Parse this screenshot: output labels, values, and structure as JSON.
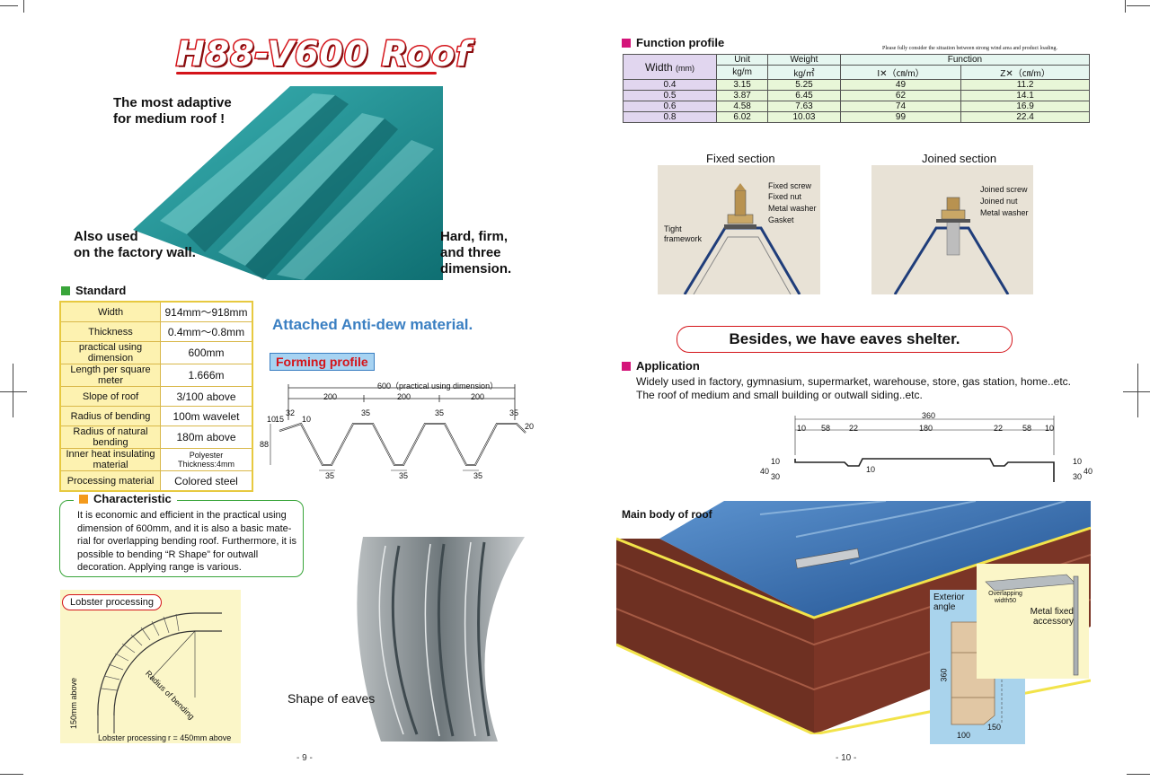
{
  "left_page": {
    "title": "H88-V600 Roof",
    "headline_1": "The most adaptive",
    "headline_2": "for medium roof !",
    "also_1": "Also used",
    "also_2": "on the factory wall.",
    "hard_1": "Hard, firm,",
    "hard_2": "and three",
    "hard_3": "dimension.",
    "standard_heading": "Standard",
    "standard_rows": [
      {
        "k": "Width",
        "v": "914mm〜918mm"
      },
      {
        "k": "Thickness",
        "v": "0.4mm〜0.8mm"
      },
      {
        "k": "practical using dimension",
        "v": "600mm"
      },
      {
        "k": "Length per square meter",
        "v": "1.666m"
      },
      {
        "k": "Slope of roof",
        "v": "3/100 above"
      },
      {
        "k": "Radius of bending",
        "v": "100m wavelet"
      },
      {
        "k": "Radius of natural bending",
        "v": "180m above"
      },
      {
        "k": "Inner heat insulating material",
        "v": "Polyester Thickness:4mm"
      },
      {
        "k": "Processing material",
        "v": "Colored steel"
      }
    ],
    "anti_dew": "Attached Anti-dew material.",
    "forming_profile": "Forming profile",
    "profile_dims": {
      "total": "600（practical using dimension）",
      "seg": [
        "200",
        "200",
        "200"
      ],
      "top": [
        "32",
        "35",
        "35",
        "35"
      ],
      "bottom": [
        "35",
        "35",
        "35"
      ],
      "height": "88",
      "small_a": "10",
      "small_b": "15",
      "small_c": "10",
      "small_d": "20"
    },
    "characteristic_heading": "Characteristic",
    "characteristic_text": "It is economic and efficient in the practical using dimension of 600mm, and it is also a basic mate-rial for overlapping bending roof. Furthermore, it is possible to bending “R Shape” for outwall decoration. Applying range is various.",
    "lobster_label": "Lobster processing",
    "lobster_radius": "Radius of bending",
    "lobster_height": "150mm above",
    "lobster_caption": "Lobster processing",
    "lobster_r": "r = 450mm above",
    "shape_of_eaves": "Shape of eaves",
    "page_no": "- 9 -"
  },
  "right_page": {
    "function_heading": "Function profile",
    "function_note": "Please fully consider the situation between strong wind area and product loading.",
    "table_head": {
      "width": "Width",
      "width_unit": "(mm)",
      "unit": "Unit",
      "weight": "Weight",
      "function": "Function",
      "kgm": "kg/m",
      "kgm2": "kg/㎡",
      "ix": "I✕（㎝/m）",
      "zx": "Z✕（㎝/m）"
    },
    "table_rows": [
      [
        "0.4",
        "3.15",
        "5.25",
        "49",
        "11.2"
      ],
      [
        "0.5",
        "3.87",
        "6.45",
        "62",
        "14.1"
      ],
      [
        "0.6",
        "4.58",
        "7.63",
        "74",
        "16.9"
      ],
      [
        "0.8",
        "6.02",
        "10.03",
        "99",
        "22.4"
      ]
    ],
    "fixed_section": {
      "title": "Fixed section",
      "labels": [
        "Fixed screw",
        "Fixed nut",
        "Metal washer",
        "Gasket"
      ],
      "tight": "Tight framework"
    },
    "joined_section": {
      "title": "Joined section",
      "labels": [
        "Joined screw",
        "Joined nut",
        "Metal washer"
      ]
    },
    "eaves_banner": "Besides, we have eaves shelter.",
    "application_heading": "Application",
    "application_line1": "Widely used in factory, gymnasium, supermarket, warehouse, store, gas station, home..etc.",
    "application_line2": "The roof of medium and small building or outwall siding..etc.",
    "eave_dims": {
      "total": "360",
      "parts": [
        "10",
        "58",
        "22",
        "180",
        "22",
        "58",
        "10"
      ],
      "left": [
        "40",
        "30",
        "10"
      ],
      "right": [
        "30",
        "10",
        "40"
      ],
      "mid": "10"
    },
    "main_body": "Main body of roof",
    "exterior_angle": "Exterior angle",
    "overlapping": "Overlapping width50",
    "metal_fixed": "Metal fixed accessory",
    "angle_dims": {
      "h": "360",
      "w1": "150",
      "w2": "100"
    },
    "page_no": "- 10 -"
  },
  "colors": {
    "accent_red": "#d4141a",
    "green": "#39a53a",
    "teal": "#1d8b8f",
    "roof_brown": "#7b3526",
    "roof_blue": "#2c6fb4"
  }
}
